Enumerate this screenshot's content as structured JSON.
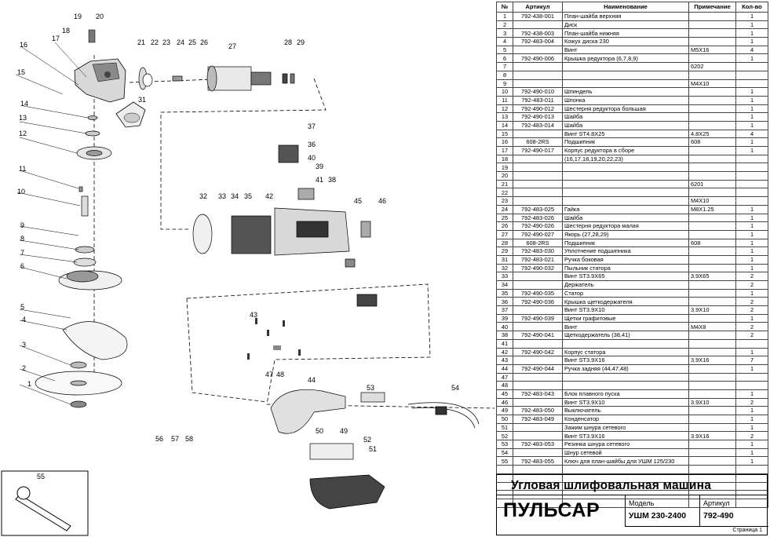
{
  "diagram": {
    "callouts": [
      "1",
      "2",
      "3",
      "4",
      "5",
      "6",
      "7",
      "8",
      "9",
      "10",
      "11",
      "12",
      "13",
      "14",
      "15",
      "16",
      "17",
      "18",
      "19",
      "20",
      "21",
      "22",
      "23",
      "24",
      "25",
      "26",
      "27",
      "28",
      "29",
      "31",
      "32",
      "33",
      "34",
      "35",
      "36",
      "37",
      "38",
      "39",
      "40",
      "41",
      "42",
      "43",
      "44",
      "45",
      "46",
      "47",
      "48",
      "49",
      "50",
      "51",
      "52",
      "53",
      "54",
      "55",
      "56",
      "57",
      "58"
    ]
  },
  "table": {
    "headers": [
      "№",
      "Артикул",
      "Наименование",
      "Примечание",
      "Кол-во"
    ],
    "rows": [
      [
        "1",
        "792-438-001",
        "План-шайба верхняя",
        "",
        "1"
      ],
      [
        "2",
        "",
        "Диск",
        "",
        "1"
      ],
      [
        "3",
        "792-438-003",
        "План-шайба нижняя",
        "",
        "1"
      ],
      [
        "4",
        "792-483-004",
        "Кожух диска 230",
        "",
        "1"
      ],
      [
        "5",
        "",
        "Винт",
        "M5X16",
        "4"
      ],
      [
        "6",
        "792-490-006",
        "Крышка редуктора  (6,7,8,9)",
        "",
        "1"
      ],
      [
        "7",
        "",
        "",
        "6202",
        ""
      ],
      [
        "8",
        "",
        "",
        "",
        ""
      ],
      [
        "9",
        "",
        "",
        "M4X10",
        ""
      ],
      [
        "10",
        "792-490-010",
        "Шпиндель",
        "",
        "1"
      ],
      [
        "11",
        "792-483-011",
        "Шпонка",
        "",
        "1"
      ],
      [
        "12",
        "792-490-012",
        "Шестерня редуктора большая",
        "",
        "1"
      ],
      [
        "13",
        "792-490-013",
        "Шайба",
        "",
        "1"
      ],
      [
        "14",
        "792-483-014",
        "Шайба",
        "",
        "1"
      ],
      [
        "15",
        "",
        "Винт ST4.8X25",
        "4.8X25",
        "4"
      ],
      [
        "16",
        "608-2RS",
        "Подшипник",
        "608",
        "1"
      ],
      [
        "17",
        "792-490-017",
        "Корпус редуктора в сборе",
        "",
        "1"
      ],
      [
        "18",
        "",
        "(16,17,18,19,20,22,23)",
        "",
        ""
      ],
      [
        "19",
        "",
        "",
        "",
        ""
      ],
      [
        "20",
        "",
        "",
        "",
        ""
      ],
      [
        "21",
        "",
        "",
        "6201",
        ""
      ],
      [
        "22",
        "",
        "",
        "",
        ""
      ],
      [
        "23",
        "",
        "",
        "M4X10",
        ""
      ],
      [
        "24",
        "792-483-025",
        "Гайка",
        "M8X1.25",
        "1"
      ],
      [
        "25",
        "792-483-026",
        "Шайба",
        "",
        "1"
      ],
      [
        "26",
        "792-490-026",
        "Шестерня редуктора малая",
        "",
        "1"
      ],
      [
        "27",
        "792-490-027",
        "Якорь  (27,28,29)",
        "",
        "1"
      ],
      [
        "28",
        "608-2RS",
        "Подшипник",
        "608",
        "1"
      ],
      [
        "29",
        "792-483-030",
        "Уплотнение подшипника",
        "",
        "1"
      ],
      [
        "31",
        "792-483-021",
        "Ручка боковая",
        "",
        "1"
      ],
      [
        "32",
        "792-490-032",
        "Пыльник статора",
        "",
        "1"
      ],
      [
        "33",
        "",
        "Винт ST3.9X65",
        "3.9X65",
        "2"
      ],
      [
        "34",
        "",
        "Держатель",
        "",
        "2"
      ],
      [
        "35",
        "792-490-035",
        "Статор",
        "",
        "1"
      ],
      [
        "36",
        "792-490-036",
        "Крышка щеткодержателя",
        "",
        "2"
      ],
      [
        "37",
        "",
        "Винт ST3.9X10",
        "3.9X10",
        "2"
      ],
      [
        "39",
        "792-490-039",
        "Щетки графитовые",
        "",
        "1"
      ],
      [
        "40",
        "",
        "Винт",
        "M4X8",
        "2"
      ],
      [
        "38",
        "792-490-041",
        "Щеткодержатель  (38,41)",
        "",
        "2"
      ],
      [
        "41",
        "",
        "",
        "",
        ""
      ],
      [
        "42",
        "792-490-042",
        "Корпус статора",
        "",
        "1"
      ],
      [
        "43",
        "",
        "Винт ST3.9X16",
        "3.9X16",
        "7"
      ],
      [
        "44",
        "792-490-044",
        "Ручка задняя (44,47,48)",
        "",
        "1"
      ],
      [
        "47",
        "",
        "",
        "",
        ""
      ],
      [
        "48",
        "",
        "",
        "",
        ""
      ],
      [
        "45",
        "792-483-043",
        "Блок плавного пуска",
        "",
        "1"
      ],
      [
        "46",
        "",
        "Винт ST3.9X10",
        "3.9X10",
        "2"
      ],
      [
        "49",
        "792-483-050",
        "Выключатель",
        "",
        "1"
      ],
      [
        "50",
        "792-483-049",
        "Конденсатор",
        "",
        "1"
      ],
      [
        "51",
        "",
        "Зажим шнура сетевого",
        "",
        "1"
      ],
      [
        "52",
        "",
        "Винт ST3.9X16",
        "3.9X16",
        "2"
      ],
      [
        "53",
        "792-483-053",
        "Резинка шнура сетевого",
        "",
        "1"
      ],
      [
        "54",
        "",
        "Шнур сетевой",
        "",
        "1"
      ],
      [
        "55",
        "792-483-055",
        "Ключ для план-шайбы для УШМ 125/230",
        "",
        "1"
      ],
      [
        "",
        "",
        "",
        "",
        ""
      ],
      [
        "",
        "",
        "",
        "",
        ""
      ],
      [
        "",
        "",
        "",
        "",
        ""
      ],
      [
        "",
        "",
        "",
        "",
        ""
      ],
      [
        "",
        "",
        "",
        "",
        ""
      ]
    ]
  },
  "title_block": {
    "product_title": "Угловая шлифовальная машина",
    "brand": "ПУЛЬСАР",
    "model_label": "Модель",
    "model_value": "УШМ 230-2400",
    "article_label": "Артикул",
    "article_value": "792-490",
    "page_label": "Страница 1"
  }
}
